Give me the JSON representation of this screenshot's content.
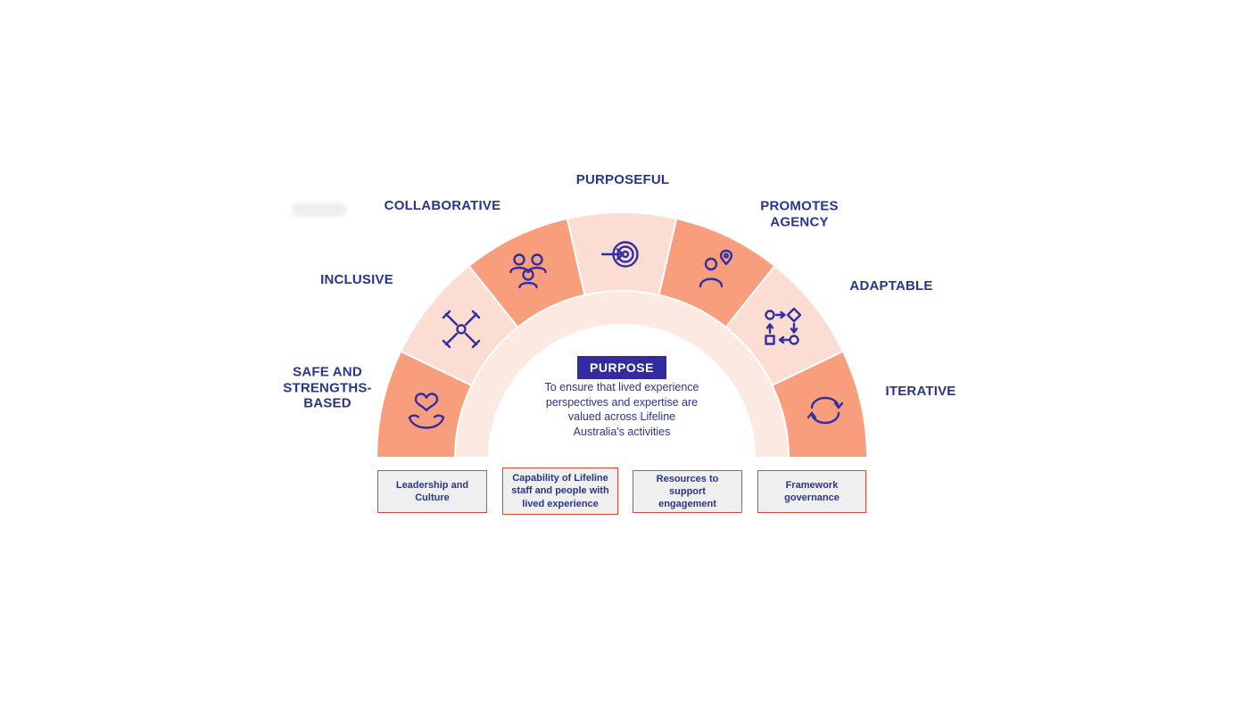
{
  "diagram": {
    "segments": [
      {
        "label": "SAFE AND\nSTRENGTHS-\nBASED",
        "icon": "heart-in-hands-icon",
        "color": "#F89E7D"
      },
      {
        "label": "INCLUSIVE",
        "icon": "united-hands-icon",
        "color": "#FBDDD3"
      },
      {
        "label": "COLLABORATIVE",
        "icon": "people-group-icon",
        "color": "#F89E7D"
      },
      {
        "label": "PURPOSEFUL",
        "icon": "target-arrow-icon",
        "color": "#FBDDD3"
      },
      {
        "label": "PROMOTES\nAGENCY",
        "icon": "person-pin-icon",
        "color": "#F89E7D"
      },
      {
        "label": "ADAPTABLE",
        "icon": "flowchart-icon",
        "color": "#FBDDD3"
      },
      {
        "label": "ITERATIVE",
        "icon": "cycle-arrows-icon",
        "color": "#F89E7D"
      }
    ],
    "purpose": {
      "badge": "PURPOSE",
      "text": "To ensure that lived experience\nperspectives and expertise are\nvalued across Lifeline\nAustralia's activities"
    },
    "enablers": [
      "Leadership and\nCulture",
      "Capability of Lifeline\nstaff and people with\nlived experience",
      "Resources to support\nengagement",
      "Framework\ngovernance"
    ],
    "colors": {
      "inner_ring": "#FCE9E1",
      "salmon": "#F89E7D",
      "light_pink": "#FBDDD3",
      "text_navy": "#2B3588",
      "badge_indigo": "#312CA0",
      "icon_indigo": "#332F9F",
      "enabler_border": "#DE4A2F",
      "enabler_bg": "#F0EFEF"
    }
  }
}
